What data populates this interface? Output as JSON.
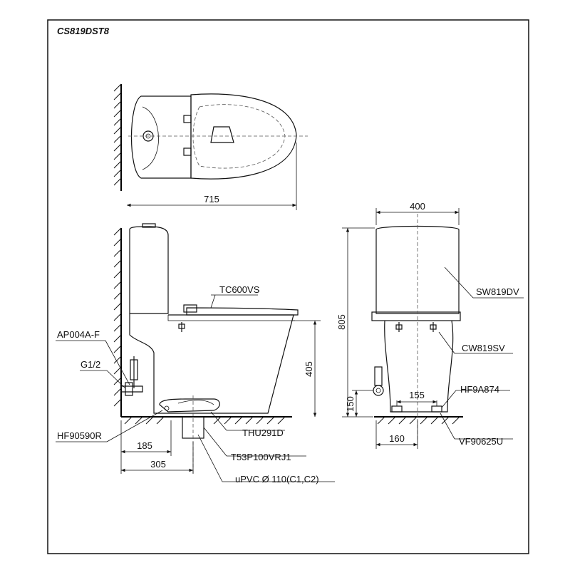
{
  "drawing": {
    "model_title": "CS819DST8",
    "dimensions": {
      "overall_length": "715",
      "width": "400",
      "height": "805",
      "seat_height": "405",
      "supply_height": "150",
      "outlet_spacing": "155",
      "outlet_offset": "160",
      "drain_center": "185",
      "drain_extent": "305"
    },
    "part_labels": {
      "seat": "TC600VS",
      "angle_valve": "AP004A-F",
      "inlet_thread": "G1/2",
      "flange": "HF90590R",
      "gasket": "THU291D",
      "pipe_fitting": "T53P100VRJ1",
      "drain_pipe": "uPVC Ø 110(C1,C2)",
      "tank": "SW819DV",
      "bowl": "CW819SV",
      "fixing_bracket": "HF9A874",
      "fixing_bolt": "VF90625U"
    }
  }
}
